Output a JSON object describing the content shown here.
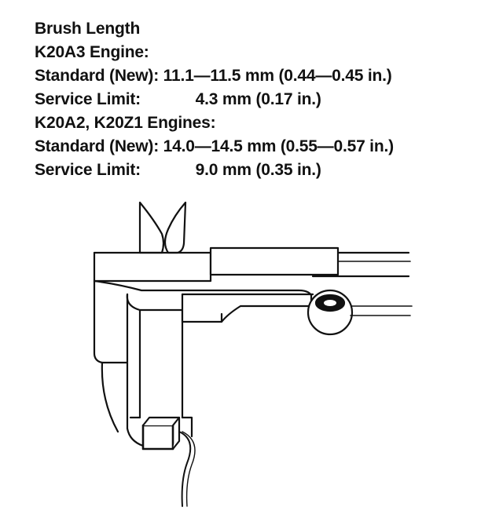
{
  "specs": {
    "title": "Brush Length",
    "groups": [
      {
        "engine": "K20A3 Engine:",
        "standard_label": "Standard (New):",
        "standard_value": "11.1—11.5 mm (0.44—0.45 in.)",
        "limit_label": "Service Limit:",
        "limit_value": "4.3 mm (0.17 in.)"
      },
      {
        "engine": "K20A2, K20Z1 Engines:",
        "standard_label": "Standard (New):",
        "standard_value": "14.0—14.5 mm (0.55—0.57 in.)",
        "limit_label": "Service Limit:",
        "limit_value": "9.0 mm (0.35 in.)"
      }
    ]
  }
}
